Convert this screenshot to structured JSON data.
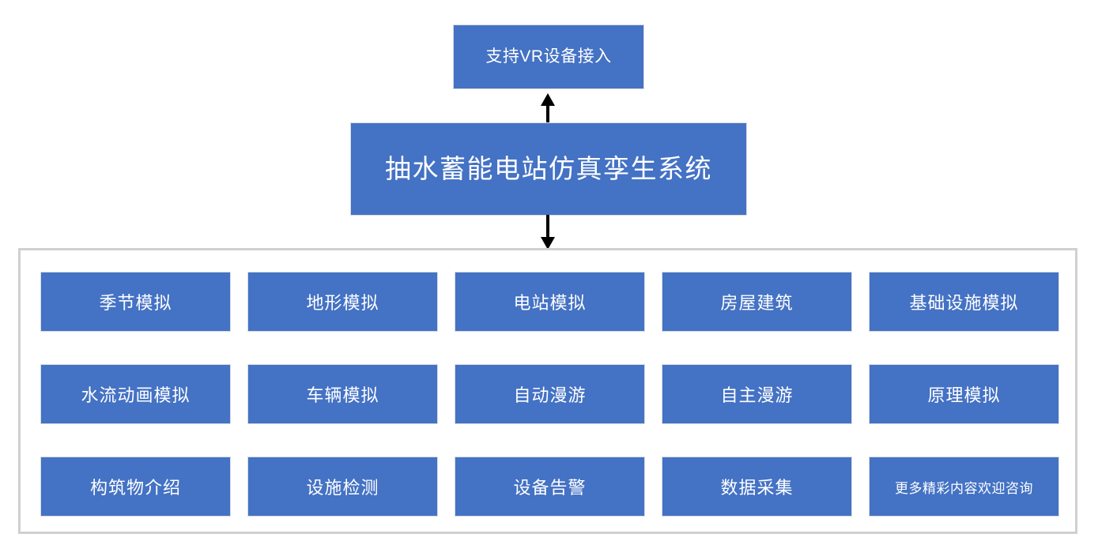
{
  "diagram": {
    "title": "抽水蓄能电站仿真孪生系统",
    "vr_node": "支持VR设备接入",
    "accent_color": "#4472C4",
    "box_border_color": "#D6DCE5",
    "container_border_color": "#D0D0D0",
    "text_color": "#FFFFFF",
    "arrow_up_label": "arrow-up",
    "arrow_down_label": "arrow-down",
    "modules": [
      {
        "label": "季节模拟",
        "size": "normal"
      },
      {
        "label": "地形模拟",
        "size": "normal"
      },
      {
        "label": "电站模拟",
        "size": "normal"
      },
      {
        "label": "房屋建筑",
        "size": "normal"
      },
      {
        "label": "基础设施模拟",
        "size": "normal"
      },
      {
        "label": "水流动画模拟",
        "size": "normal"
      },
      {
        "label": "车辆模拟",
        "size": "normal"
      },
      {
        "label": "自动漫游",
        "size": "normal"
      },
      {
        "label": "自主漫游",
        "size": "normal"
      },
      {
        "label": "原理模拟",
        "size": "normal"
      },
      {
        "label": "构筑物介绍",
        "size": "normal"
      },
      {
        "label": "设施检测",
        "size": "normal"
      },
      {
        "label": "设备告警",
        "size": "normal"
      },
      {
        "label": "数据采集",
        "size": "normal"
      },
      {
        "label": "更多精彩内容欢迎咨询",
        "size": "small"
      }
    ]
  }
}
